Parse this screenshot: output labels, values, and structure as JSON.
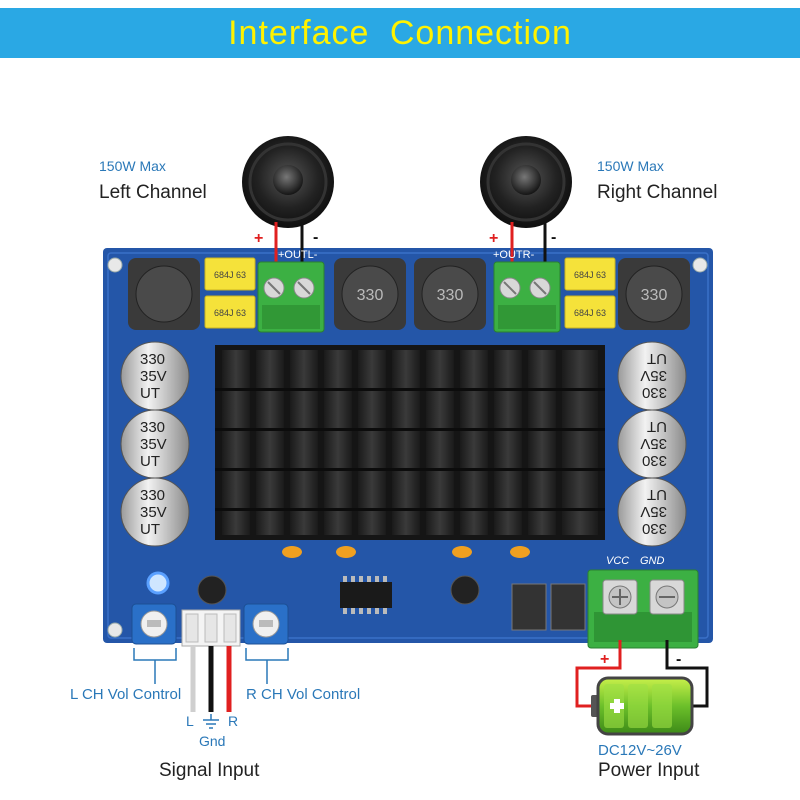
{
  "title": "Interface  Connection",
  "left": {
    "max": "150W Max",
    "channel": "Left Channel",
    "terminal": "+OUTL-"
  },
  "right": {
    "max": "150W Max",
    "channel": "Right Channel",
    "terminal": "+OUTR-"
  },
  "polarity": {
    "plus": "+",
    "minus": "-"
  },
  "power": {
    "vcc": "VCC",
    "gnd": "GND",
    "voltage": "DC12V~26V",
    "label": "Power Input"
  },
  "signal": {
    "l": "L",
    "r": "R",
    "gnd": "Gnd",
    "label": "Signal Input"
  },
  "vol": {
    "left": "L CH Vol Control",
    "right": "R CH Vol Control"
  },
  "capacitor": {
    "line1": "330",
    "line2": "35V",
    "line3": "UT"
  },
  "inductor": "330",
  "film_cap": "684J 63",
  "colors": {
    "banner": "#2aa8e4",
    "title": "#fff200",
    "pcb": "#2456a8",
    "wire_red": "#e02020",
    "terminal_green": "#3cb043"
  }
}
